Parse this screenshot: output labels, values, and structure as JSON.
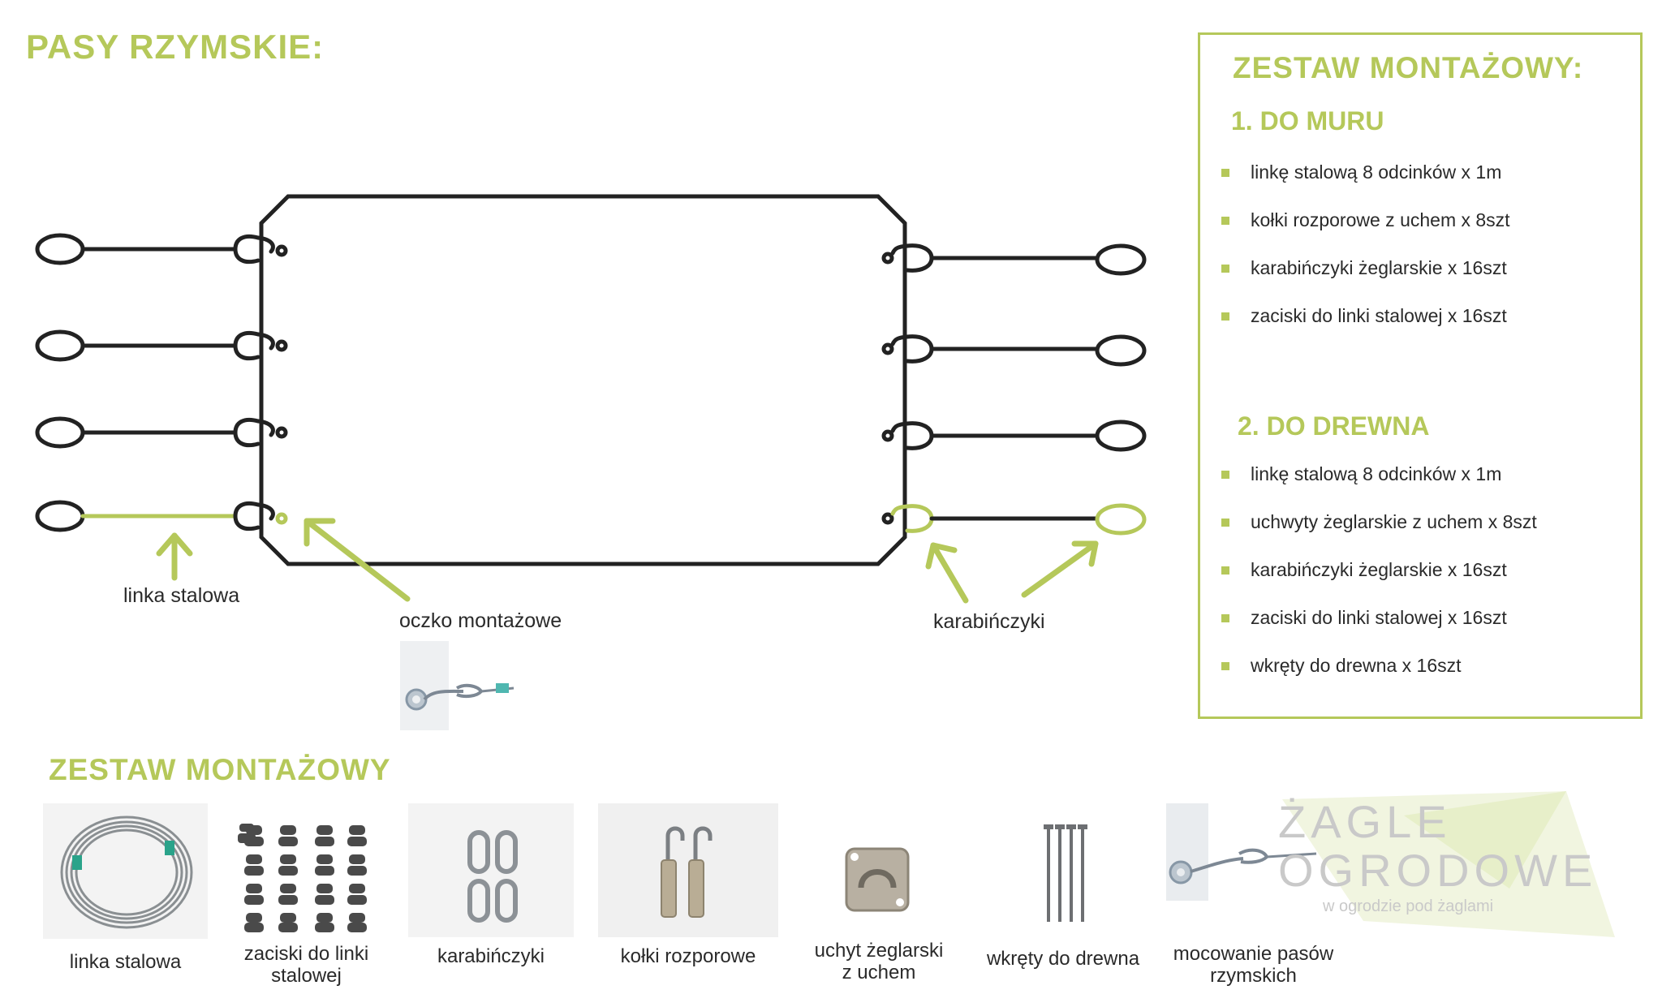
{
  "title": "PASY RZYMSKIE:",
  "diagram": {
    "labels": {
      "cable": "linka stalowa",
      "eyelet": "oczko montażowe",
      "carabiners": "karabińczyki"
    }
  },
  "kit": {
    "title": "ZESTAW MONTAŻOWY:",
    "sections": [
      {
        "heading": "1. DO MURU",
        "items": [
          "linkę stalową 8 odcinków x 1m",
          "kołki rozporowe z uchem x 8szt",
          "karabińczyki żeglarskie x 16szt",
          "zaciski do linki stalowej x 16szt"
        ]
      },
      {
        "heading": "2. DO DREWNA",
        "items": [
          "linkę stalową 8 odcinków x 1m",
          "uchwyty żeglarskie z uchem x 8szt",
          "karabińczyki żeglarskie x 16szt",
          "zaciski do linki stalowej x 16szt",
          "wkręty do drewna x 16szt"
        ]
      }
    ]
  },
  "bottom": {
    "title": "ZESTAW MONTAŻOWY",
    "items": [
      {
        "caption_line1": "linka stalowa",
        "caption_line2": "",
        "icon": "steel-cable-photo"
      },
      {
        "caption_line1": "zaciski do linki",
        "caption_line2": "stalowej",
        "icon": "cable-clamps-photo"
      },
      {
        "caption_line1": "karabińczyki",
        "caption_line2": "",
        "icon": "carabiners-photo"
      },
      {
        "caption_line1": "kołki rozporowe",
        "caption_line2": "",
        "icon": "wall-anchors-photo"
      },
      {
        "caption_line1": "uchyt żeglarski",
        "caption_line2": "z uchem",
        "icon": "pad-eye-photo"
      },
      {
        "caption_line1": "wkręty do drewna",
        "caption_line2": "",
        "icon": "wood-screws-photo"
      },
      {
        "caption_line1": "mocowanie pasów",
        "caption_line2": "rzymskich",
        "icon": "strap-mount-photo"
      }
    ]
  },
  "watermark": {
    "line1": "ŻAGLE",
    "line2": "OGRODOWE",
    "tagline": "w ogrodzie pod żaglami"
  },
  "colors": {
    "accent": "#b5c85a",
    "line": "#222222",
    "text": "#2a2a2a"
  }
}
